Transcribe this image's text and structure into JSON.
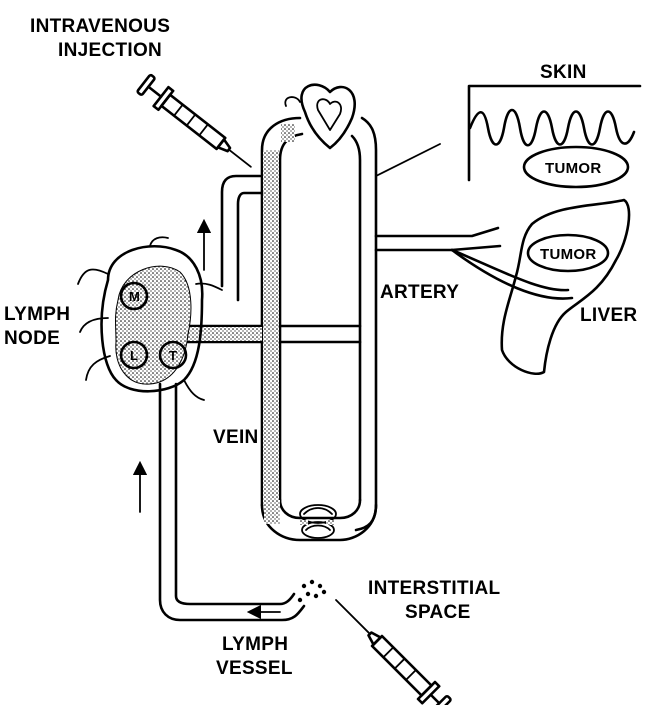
{
  "labels": {
    "intravenous_line1": "INTRAVENOUS",
    "intravenous_line2": "INJECTION",
    "skin": "SKIN",
    "tumor_skin": "TUMOR",
    "tumor_liver": "TUMOR",
    "lymph_node_line1": "LYMPH",
    "lymph_node_line2": "NODE",
    "artery": "ARTERY",
    "liver": "LIVER",
    "vein": "VEIN",
    "interstitial_line1": "INTERSTITIAL",
    "interstitial_line2": "SPACE",
    "lymph_vessel_line1": "LYMPH",
    "lymph_vessel_line2": "VESSEL",
    "node_m": "M",
    "node_l": "L",
    "node_t": "T"
  }
}
